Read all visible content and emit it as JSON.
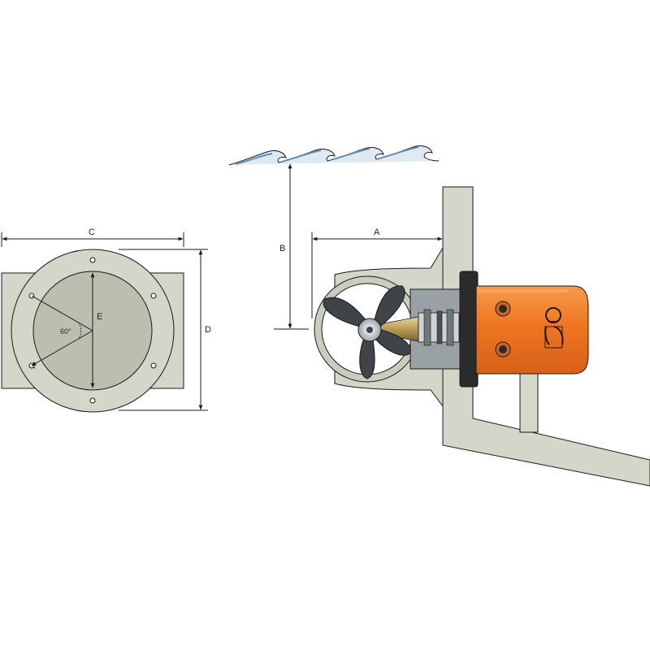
{
  "labels": {
    "dim_a": "A",
    "dim_b": "B",
    "dim_c": "C",
    "dim_d": "D",
    "dim_e": "E",
    "angle": "60°"
  },
  "colors": {
    "tunnel_fill": "#d3d6c8",
    "hull_fill": "#d3d6c8",
    "motor_orange": "#f07a22",
    "motor_flange": "#2b2b2b",
    "propeller": "#3e4448",
    "water_wave": "#5f8fb5",
    "line": "#1a1a1a"
  },
  "icons": {
    "brand_logo": "quick-logo-icon"
  }
}
